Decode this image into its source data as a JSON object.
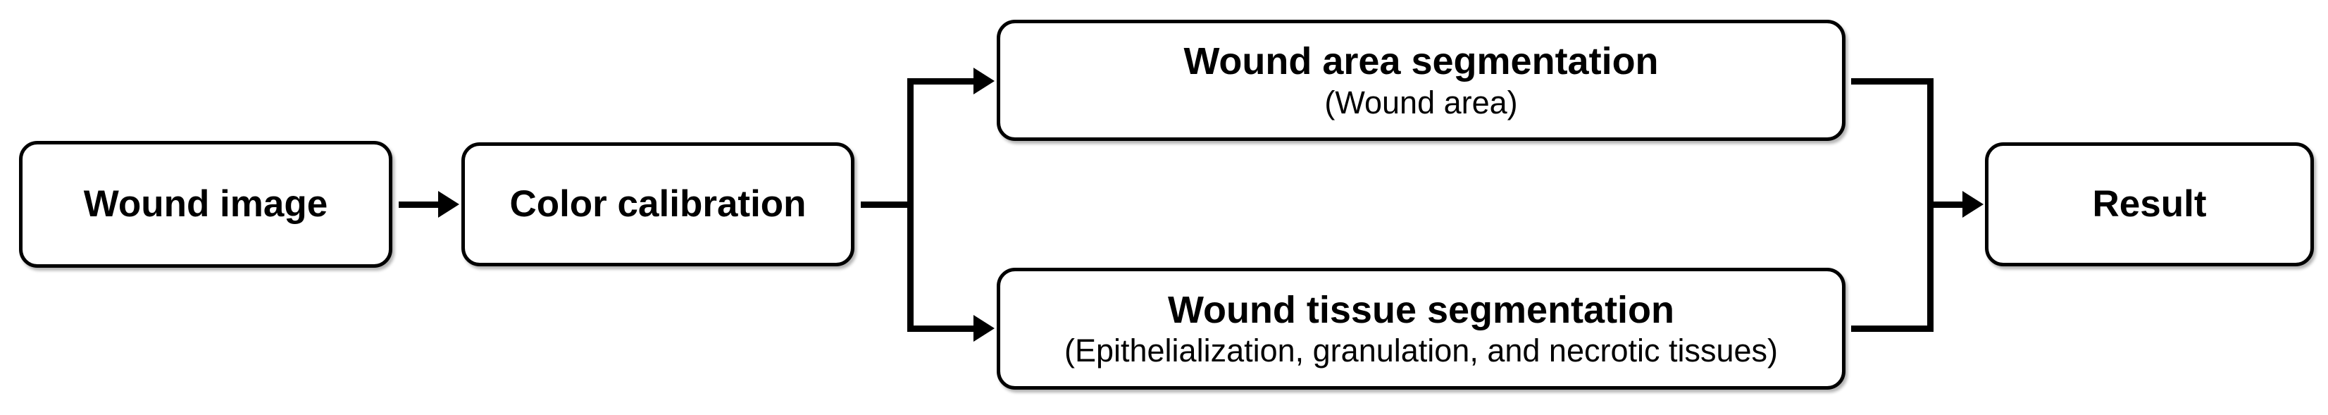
{
  "diagram": {
    "type": "flowchart",
    "orientation": "left-to-right",
    "background_color": "#ffffff",
    "stroke_color": "#000000",
    "nodes": [
      {
        "id": "wound-image",
        "title": "Wound image",
        "subtitle": ""
      },
      {
        "id": "color-calib",
        "title": "Color calibration",
        "subtitle": ""
      },
      {
        "id": "area-seg",
        "title": "Wound area segmentation",
        "subtitle": "(Wound area)"
      },
      {
        "id": "tissue-seg",
        "title": "Wound tissue segmentation",
        "subtitle": "(Epithelialization, granulation, and necrotic tissues)"
      },
      {
        "id": "result",
        "title": "Result",
        "subtitle": ""
      }
    ],
    "edges": [
      {
        "from": "wound-image",
        "to": "color-calib",
        "style": "straight-arrow"
      },
      {
        "from": "color-calib",
        "to": "area-seg",
        "style": "split-branch-arrow"
      },
      {
        "from": "color-calib",
        "to": "tissue-seg",
        "style": "split-branch-arrow"
      },
      {
        "from": "area-seg",
        "to": "result",
        "style": "merge-branch"
      },
      {
        "from": "tissue-seg",
        "to": "result",
        "style": "merge-branch-arrow"
      }
    ]
  }
}
